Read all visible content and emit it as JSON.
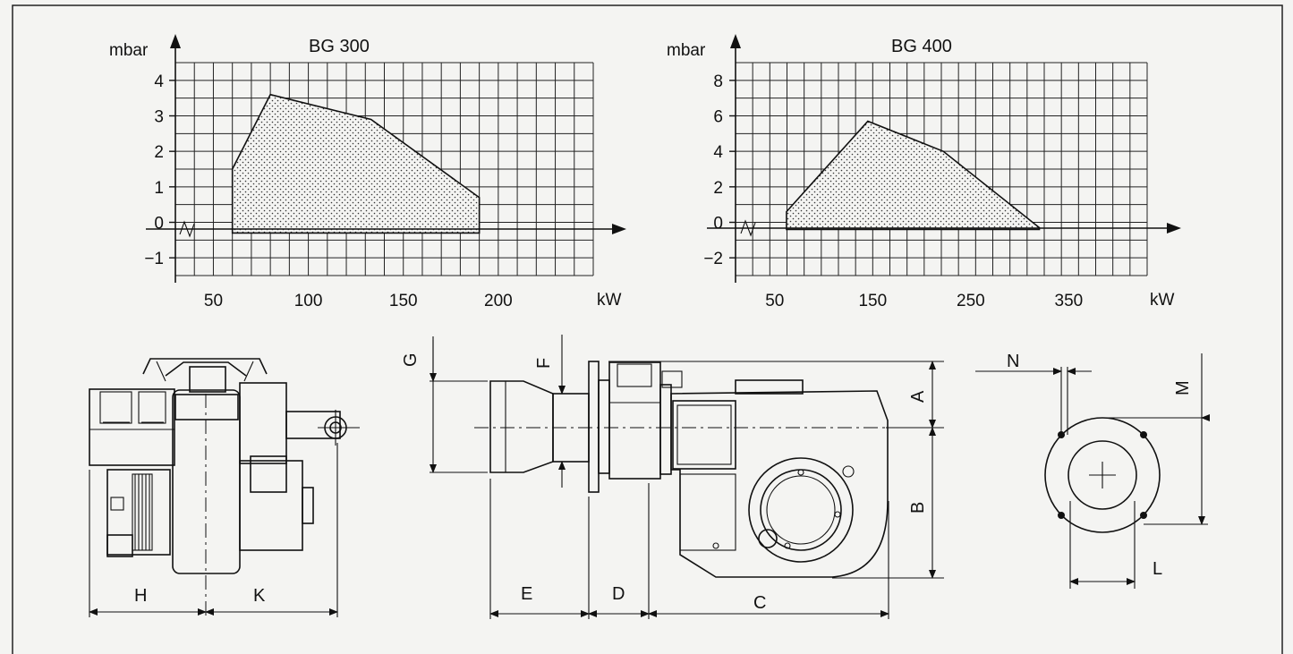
{
  "charts": [
    {
      "type": "area",
      "title": "BG 300",
      "ylabel": "mbar",
      "xlabel": "kW",
      "x_ticks": [
        50,
        100,
        150,
        200
      ],
      "y_ticks": [
        4,
        3,
        2,
        1,
        0,
        -1
      ],
      "xlim": [
        30,
        250
      ],
      "ylim": [
        -1.5,
        4.5
      ],
      "grid": true,
      "upper_curve": [
        [
          60,
          1.5
        ],
        [
          80,
          3.6
        ],
        [
          133,
          2.9
        ],
        [
          190,
          0.7
        ]
      ],
      "baseline": -0.3,
      "x_range": [
        60,
        190
      ]
    },
    {
      "type": "area",
      "title": "BG 400",
      "ylabel": "mbar",
      "xlabel": "kW",
      "x_ticks": [
        50,
        150,
        250,
        350
      ],
      "y_ticks": [
        8,
        6,
        4,
        2,
        0,
        -2
      ],
      "xlim": [
        10,
        430
      ],
      "ylim": [
        -3,
        9
      ],
      "grid": true,
      "upper_curve": [
        [
          62,
          0.6
        ],
        [
          145,
          5.7
        ],
        [
          222,
          4.0
        ],
        [
          320,
          -0.3
        ]
      ],
      "baseline": -0.4,
      "x_range": [
        62,
        320
      ]
    }
  ],
  "dimension_labels": {
    "H": "H",
    "K": "K",
    "E": "E",
    "D": "D",
    "C": "C",
    "G": "G",
    "F": "F",
    "A": "A",
    "B": "B",
    "N": "N",
    "M": "M",
    "L": "L"
  }
}
